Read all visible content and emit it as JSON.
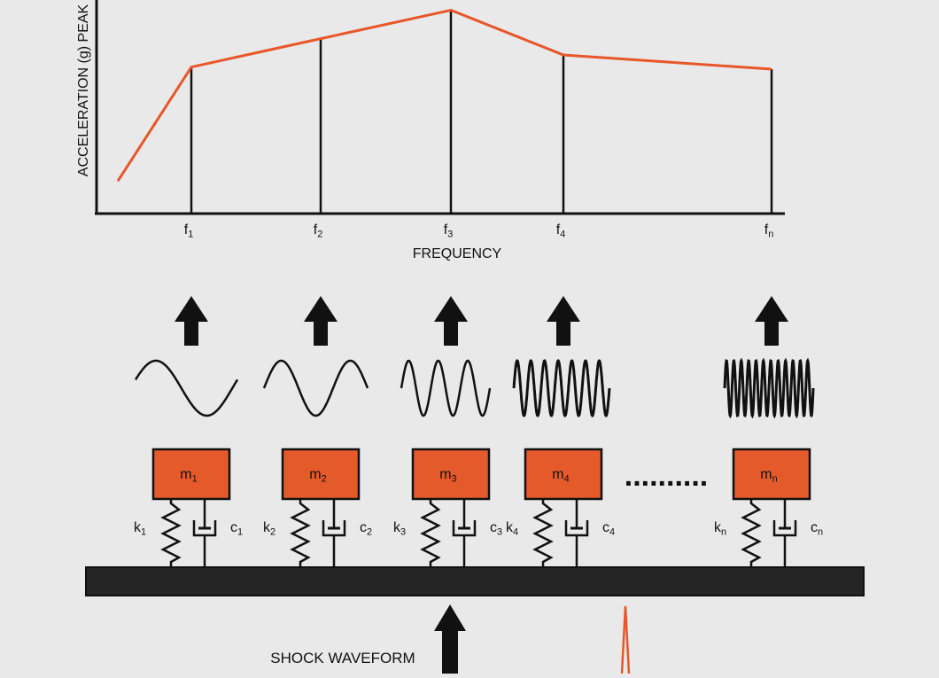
{
  "chart": {
    "ylabel": "ACCELERATION (g) PEAK",
    "xlabel": "FREQUENCY",
    "line_color": "#e8572a",
    "ticks": [
      {
        "base": "f",
        "sub": "1"
      },
      {
        "base": "f",
        "sub": "2"
      },
      {
        "base": "f",
        "sub": "3"
      },
      {
        "base": "f",
        "sub": "4"
      },
      {
        "base": "f",
        "sub": "n"
      }
    ]
  },
  "chart_data": {
    "type": "line",
    "title": "",
    "xlabel": "FREQUENCY",
    "ylabel": "ACCELERATION (g) PEAK",
    "grid": false,
    "x": [
      "",
      "f1",
      "f2",
      "f3",
      "f4",
      "fn"
    ],
    "series": [
      {
        "values": [
          0.16,
          0.72,
          0.86,
          1.0,
          0.78,
          0.71
        ],
        "color": "#e8572a"
      }
    ],
    "ylim": [
      0,
      1.05
    ]
  },
  "oscillators": [
    {
      "mass": {
        "base": "m",
        "sub": "1"
      },
      "spring": {
        "base": "k",
        "sub": "1"
      },
      "damper": {
        "base": "c",
        "sub": "1"
      },
      "cycles": 1
    },
    {
      "mass": {
        "base": "m",
        "sub": "2"
      },
      "spring": {
        "base": "k",
        "sub": "2"
      },
      "damper": {
        "base": "c",
        "sub": "2"
      },
      "cycles": 1.5
    },
    {
      "mass": {
        "base": "m",
        "sub": "3"
      },
      "spring": {
        "base": "k",
        "sub": "3"
      },
      "damper": {
        "base": "c",
        "sub": "3"
      },
      "cycles": 3
    },
    {
      "mass": {
        "base": "m",
        "sub": "4"
      },
      "spring": {
        "base": "k",
        "sub": "4"
      },
      "damper": {
        "base": "c",
        "sub": "4"
      },
      "cycles": 7
    },
    {
      "mass": {
        "base": "m",
        "sub": "n"
      },
      "spring": {
        "base": "k",
        "sub": "n"
      },
      "damper": {
        "base": "c",
        "sub": "n"
      },
      "cycles": 12
    }
  ],
  "ellipsis": "..........",
  "shock_label": "SHOCK WAVEFORM",
  "colors": {
    "mass_fill": "#e55a2b",
    "base_fill": "#252525",
    "background": "#e9e9e9",
    "ink": "#111111"
  },
  "icons": {
    "arrow": "up-arrow-icon",
    "pulse": "shock-pulse-icon"
  }
}
